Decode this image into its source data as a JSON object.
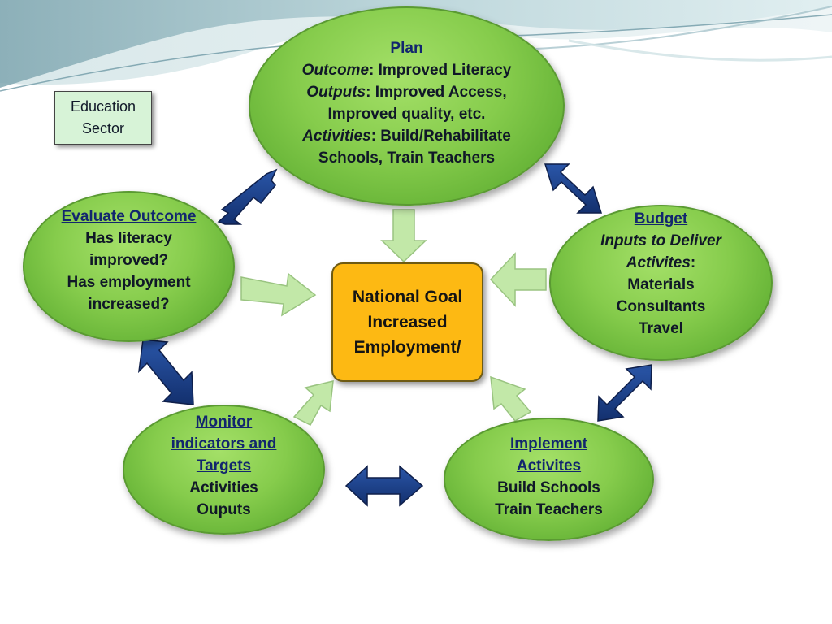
{
  "sector": {
    "line1": "Education",
    "line2": "Sector"
  },
  "central": {
    "line1": "National Goal",
    "line2": "Increased",
    "line3": "Employment/"
  },
  "plan": {
    "title": "Plan",
    "outcome_label": "Outcome",
    "outcome_text": ": Improved Literacy",
    "outputs_label": "Outputs",
    "outputs_text": ": Improved Access,",
    "outputs_cont": "Improved quality, etc.",
    "activities_label": "Activities",
    "activities_text": ": Build/Rehabilitate",
    "activities_cont": "Schools, Train Teachers"
  },
  "budget": {
    "title": "Budget",
    "line1": "Inputs to Deliver",
    "line2_italic": "Activites",
    "line2_rest": ":",
    "line3": "Materials",
    "line4": "Consultants",
    "line5": "Travel"
  },
  "implement": {
    "title1": "Implement",
    "title2": "Activites",
    "line1": "Build Schools",
    "line2": "Train Teachers"
  },
  "monitor": {
    "title1": "Monitor",
    "title2": "indicators and",
    "title3": "Targets",
    "line1": "Activities",
    "line2": "Ouputs"
  },
  "evaluate": {
    "title": "Evaluate Outcome",
    "line1": "Has literacy",
    "line2": "improved?",
    "line3": "Has employment",
    "line4": "increased?"
  },
  "colors": {
    "ellipse_green": "#86cc4c",
    "central_orange": "#fdb913",
    "sector_box": "#d7f3d7",
    "double_arrow_navy": "#1a3a80",
    "flow_arrow_green": "#c2e8a8",
    "title_underline_blue": "#12266e"
  }
}
